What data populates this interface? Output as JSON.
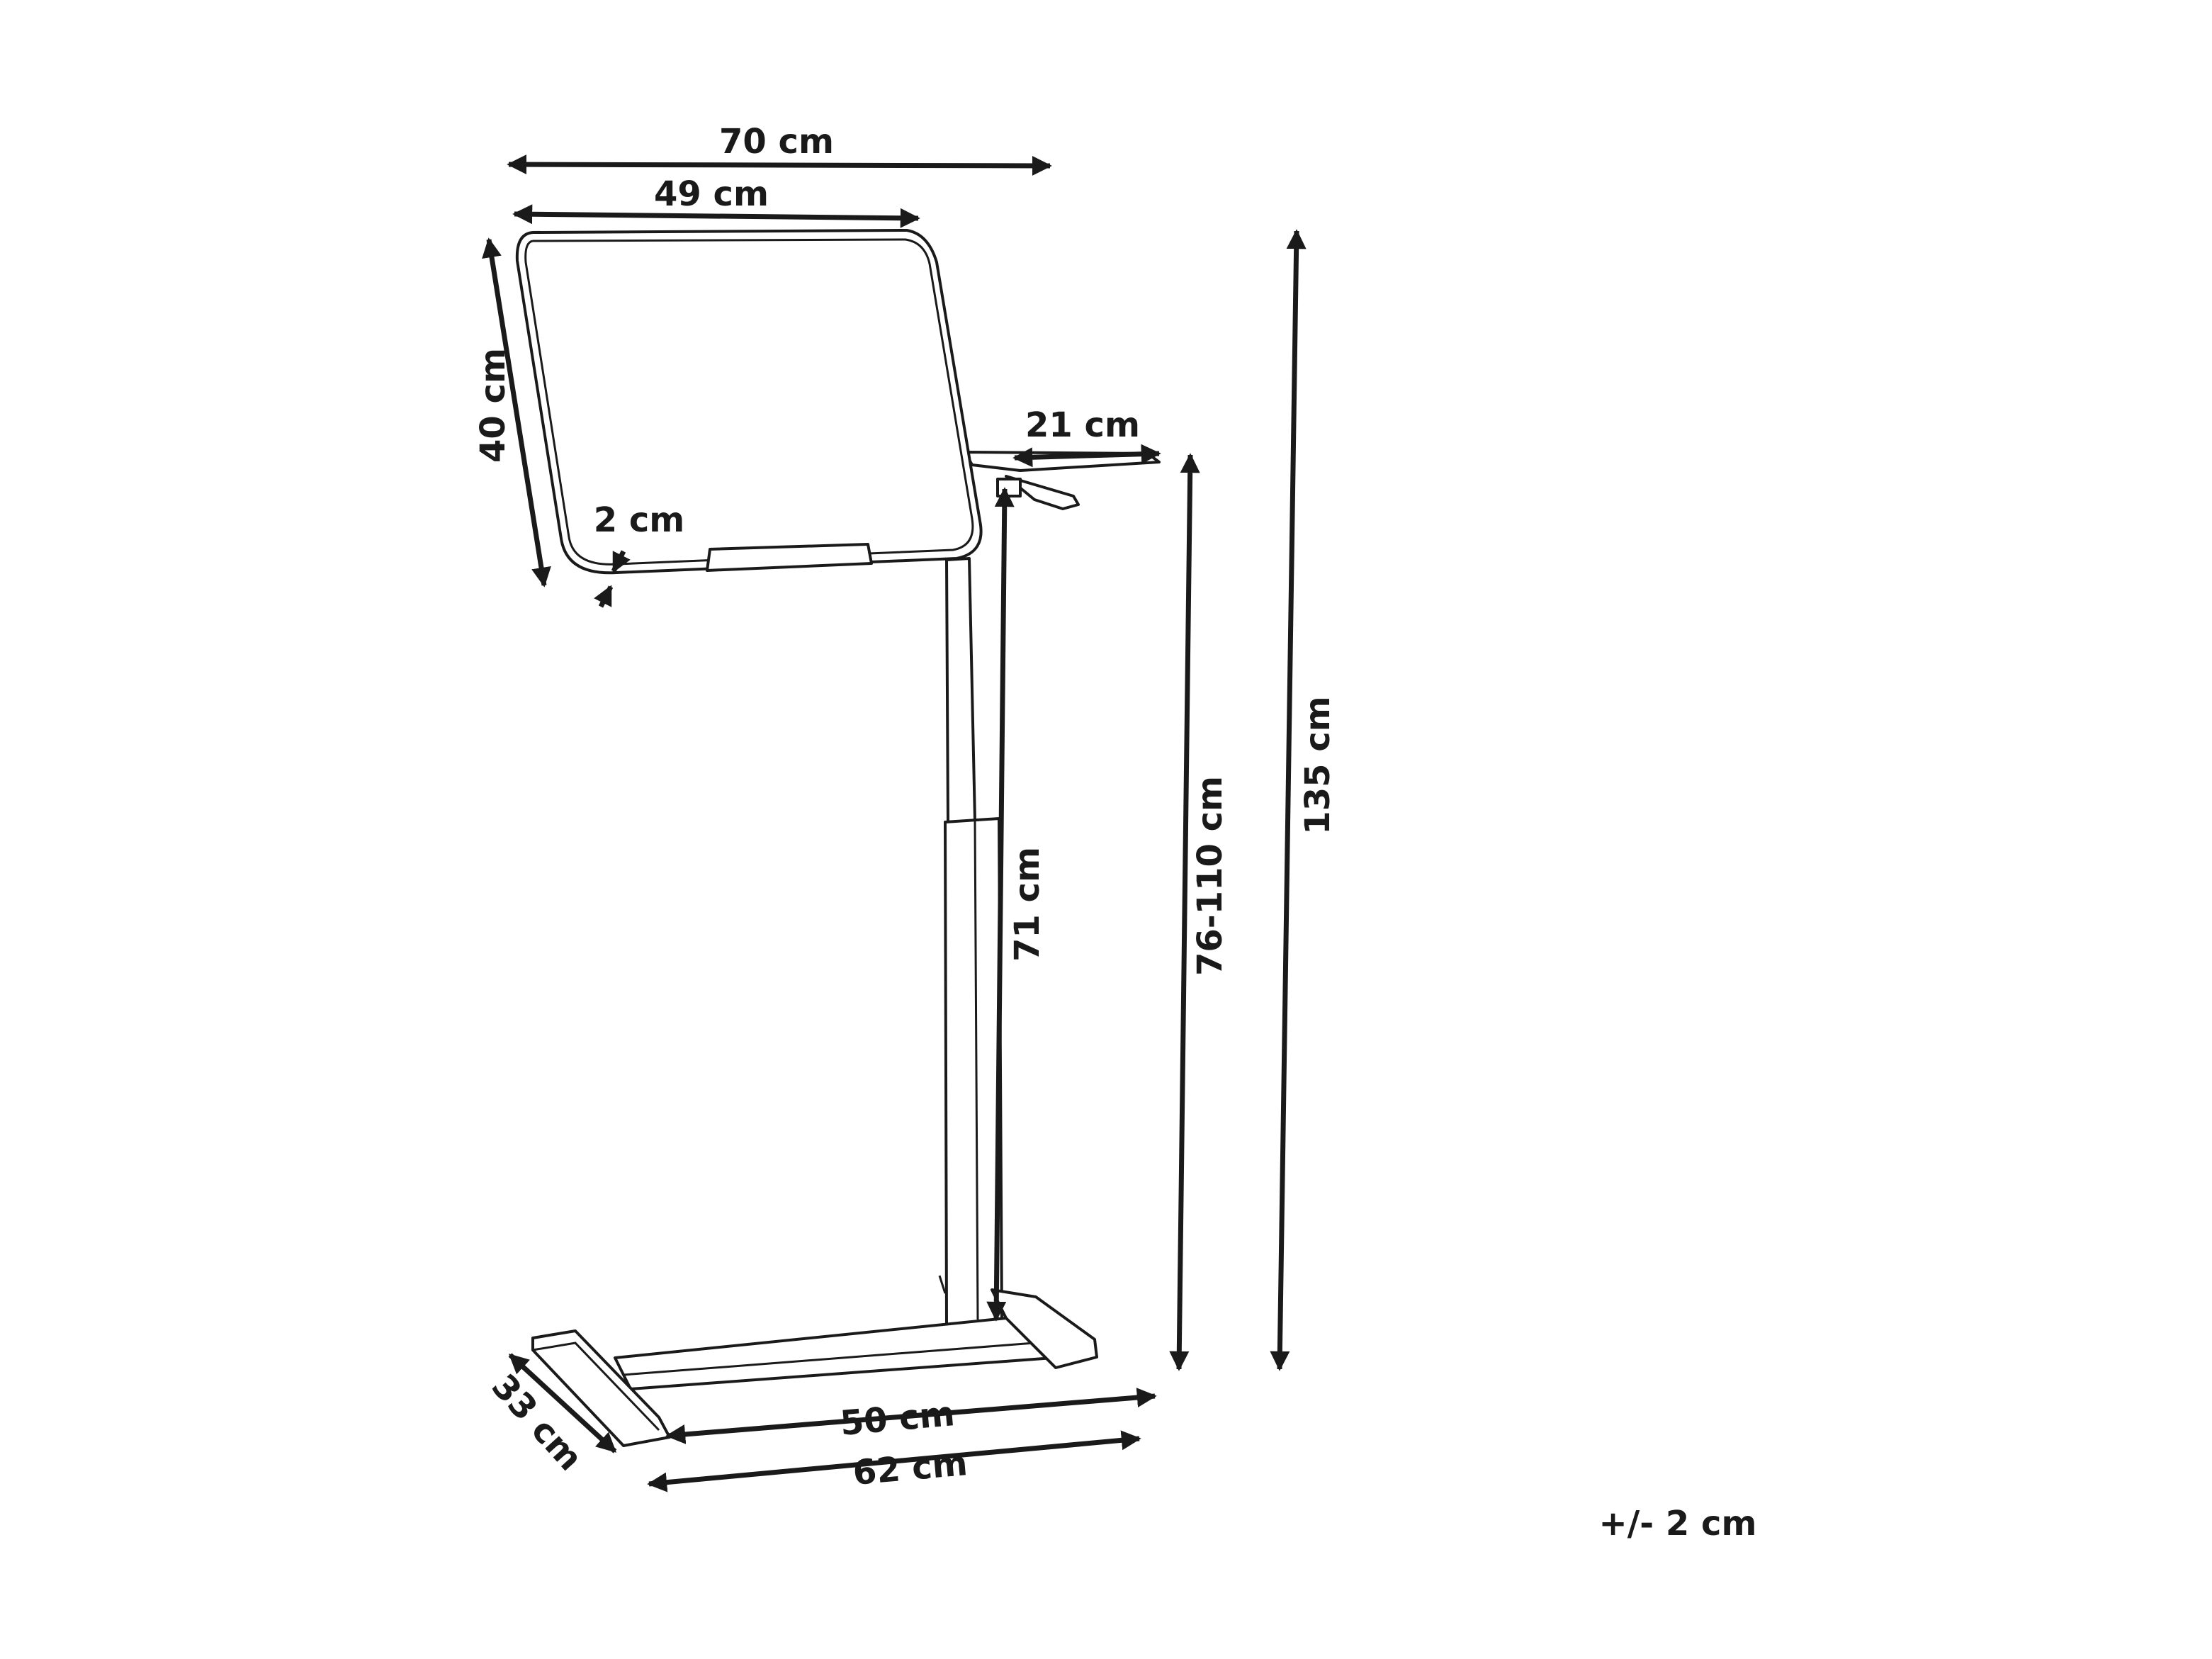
{
  "dimensions": {
    "overall_width": "70 cm",
    "top_width": "49 cm",
    "top_depth": "40 cm",
    "top_thickness": "2 cm",
    "side_tray": "21 cm",
    "overall_height": "135 cm",
    "height_range": "76-110 cm",
    "column_height": "71 cm",
    "base_depth": "33 cm",
    "base_inner": "50 cm",
    "base_outer": "62 cm"
  },
  "tolerance": "+/- 2 cm",
  "colors": {
    "line": "#1a1a1a",
    "background": "#ffffff"
  }
}
